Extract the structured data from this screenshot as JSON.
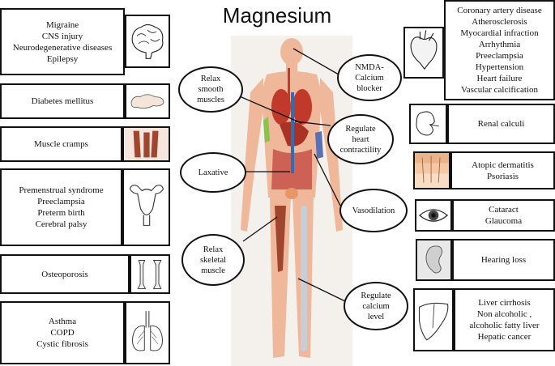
{
  "title": "Magnesium",
  "left_conditions": [
    {
      "lines": [
        "Migraine",
        "CNS injury",
        "Neurodegenerative diseases",
        "Epilepsy"
      ],
      "icon": "brain-icon"
    },
    {
      "lines": [
        "Diabetes mellitus"
      ],
      "icon": "pancreas-icon"
    },
    {
      "lines": [
        "Muscle cramps"
      ],
      "icon": "muscle-icon"
    },
    {
      "lines": [
        "Premenstrual syndrome",
        "Preeclampsia",
        "Preterm birth",
        "Cerebral palsy"
      ],
      "icon": "uterus-icon"
    },
    {
      "lines": [
        "Osteoporosis"
      ],
      "icon": "bone-icon"
    },
    {
      "lines": [
        "Asthma",
        "COPD",
        "Cystic fibrosis"
      ],
      "icon": "lungs-icon"
    }
  ],
  "right_conditions": [
    {
      "lines": [
        "Coronary artery disease",
        "Atherosclerosis",
        "Myocardial infraction",
        "Arrhythmia",
        "Preeclampsia",
        "Hypertension",
        "Heart failure",
        "Vascular calcification"
      ],
      "icon": "heart-icon"
    },
    {
      "lines": [
        "Renal calculi"
      ],
      "icon": "kidney-icon"
    },
    {
      "lines": [
        "Atopic dermatitis",
        "Psoriasis"
      ],
      "icon": "skin-icon"
    },
    {
      "lines": [
        "Cataract",
        "Glaucoma"
      ],
      "icon": "eye-icon"
    },
    {
      "lines": [
        "Hearing loss"
      ],
      "icon": "ear-icon"
    },
    {
      "lines": [
        "Liver cirrhosis",
        "Non alcoholic ,",
        "alcoholic fatty liver",
        "Hepatic cancer"
      ],
      "icon": "liver-icon"
    }
  ],
  "mechanisms": [
    {
      "id": "relax-smooth-muscles",
      "lines": [
        "Relax",
        "smooth",
        "muscles"
      ]
    },
    {
      "id": "laxative",
      "lines": [
        "Laxative"
      ]
    },
    {
      "id": "relax-skeletal-muscle",
      "lines": [
        "Relax",
        "skeletal",
        "muscle"
      ]
    },
    {
      "id": "nmda-calcium-blocker",
      "lines": [
        "NMDA-",
        "Calcium",
        "blocker"
      ]
    },
    {
      "id": "regulate-heart-contractility",
      "lines": [
        "Regulate",
        "heart",
        "contractility"
      ]
    },
    {
      "id": "vasodilation",
      "lines": [
        "Vasodilation"
      ]
    },
    {
      "id": "regulate-calcium-level",
      "lines": [
        "Regulate",
        "calcium",
        "level"
      ]
    }
  ],
  "colors": {
    "skin": "#f0b89a",
    "organ": "#c0392b",
    "vessel": "#2f6db5",
    "bone": "#c9ced6",
    "muscle": "#a0462f"
  }
}
